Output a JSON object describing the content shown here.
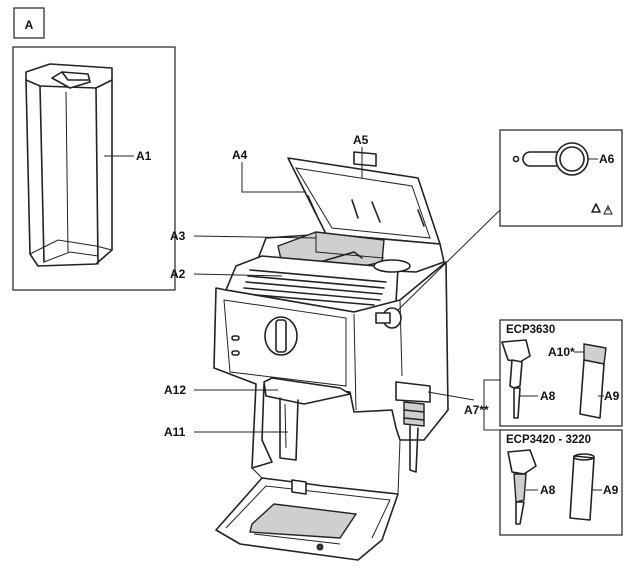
{
  "figure_letter": "A",
  "callouts": {
    "a1": "A1",
    "a2": "A2",
    "a3": "A3",
    "a4": "A4",
    "a5": "A5",
    "a6": "A6",
    "a7": "A7**",
    "a8_top": "A8",
    "a9_top": "A9",
    "a10": "A10*",
    "a8_bottom": "A8",
    "a9_bottom": "A9",
    "a11": "A11",
    "a12": "A12"
  },
  "panels": {
    "top_title": "ECP3630",
    "bottom_title": "ECP3420 - 3220"
  },
  "colors": {
    "line": "#222222",
    "fill_gray": "#cfcfcf",
    "fill_dark": "#3a3a3a"
  }
}
